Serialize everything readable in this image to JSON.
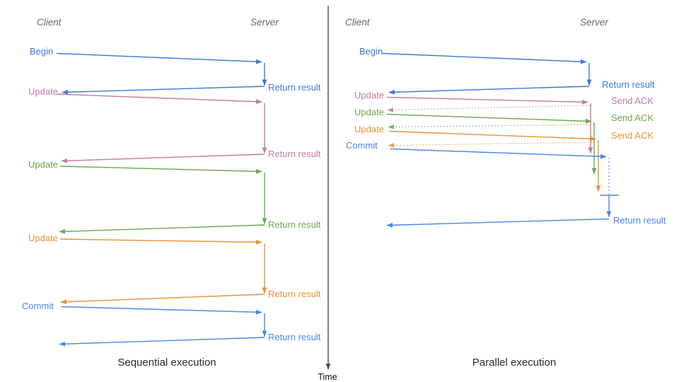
{
  "colors": {
    "blue": "#3c78d8",
    "blueLight": "#4a86e8",
    "pink": "#c27ba0",
    "green": "#6aa84f",
    "orange": "#e69138",
    "axis": "#4a4a4a",
    "lane": "#666666",
    "title": "#2b2b2b",
    "time": "#111111"
  },
  "time_axis": {
    "label": "Time"
  },
  "sequential": {
    "title": "Sequential execution",
    "lanes": {
      "client": "Client",
      "server": "Server"
    },
    "requests": [
      {
        "label": "Begin",
        "response": "Return result"
      },
      {
        "label": "Update",
        "response": "Return result"
      },
      {
        "label": "Update",
        "response": "Return result"
      },
      {
        "label": "Update",
        "response": "Return result"
      },
      {
        "label": "Commit",
        "response": "Return result"
      }
    ]
  },
  "parallel": {
    "title": "Parallel execution",
    "lanes": {
      "client": "Client",
      "server": "Server"
    },
    "requests": [
      {
        "label": "Begin",
        "response": "Return result"
      },
      {
        "label": "Update",
        "response": "Send ACK"
      },
      {
        "label": "Update",
        "response": "Send ACK"
      },
      {
        "label": "Update",
        "response": "Send ACK"
      },
      {
        "label": "Commit",
        "response": "Return result"
      }
    ]
  }
}
